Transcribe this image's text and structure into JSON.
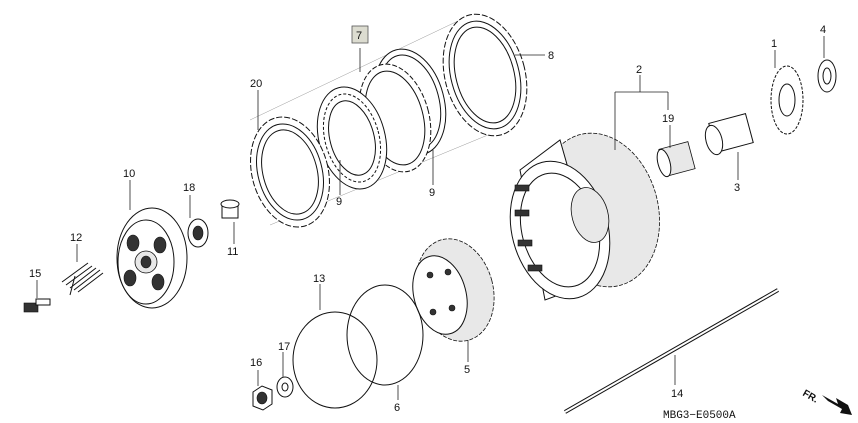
{
  "diagram": {
    "code": "MBG3−E0500A",
    "direction": "FR."
  },
  "labels": {
    "p1": "1",
    "p2": "2",
    "p3": "3",
    "p4": "4",
    "p5": "5",
    "p6": "6",
    "p7": "7",
    "p8": "8",
    "p9a": "9",
    "p9b": "9",
    "p10": "10",
    "p11": "11",
    "p12": "12",
    "p13": "13",
    "p14": "14",
    "p15": "15",
    "p16": "16",
    "p17": "17",
    "p18": "18",
    "p19": "19",
    "p20": "20"
  }
}
